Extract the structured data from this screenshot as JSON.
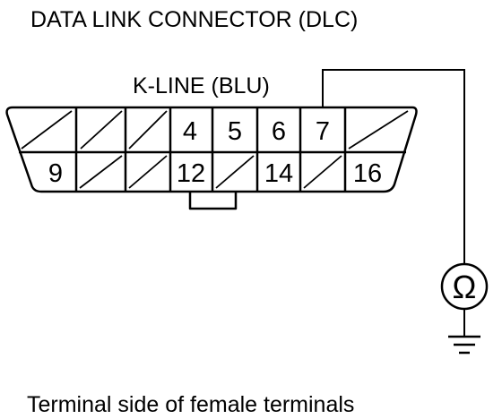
{
  "title": "DATA LINK CONNECTOR (DLC)",
  "wire_label": "K-LINE (BLU)",
  "caption": "Terminal side of female terminals",
  "meter_symbol": "Ω",
  "meter_icon": "ohmmeter-icon",
  "ground_icon": "ground-icon",
  "top_row": [
    "",
    "",
    "",
    "4",
    "5",
    "6",
    "7",
    ""
  ],
  "bottom_row": [
    "9",
    "",
    "",
    "12",
    "",
    "14",
    "",
    "16"
  ],
  "colors": {
    "line": "#000000",
    "background": "#ffffff"
  }
}
